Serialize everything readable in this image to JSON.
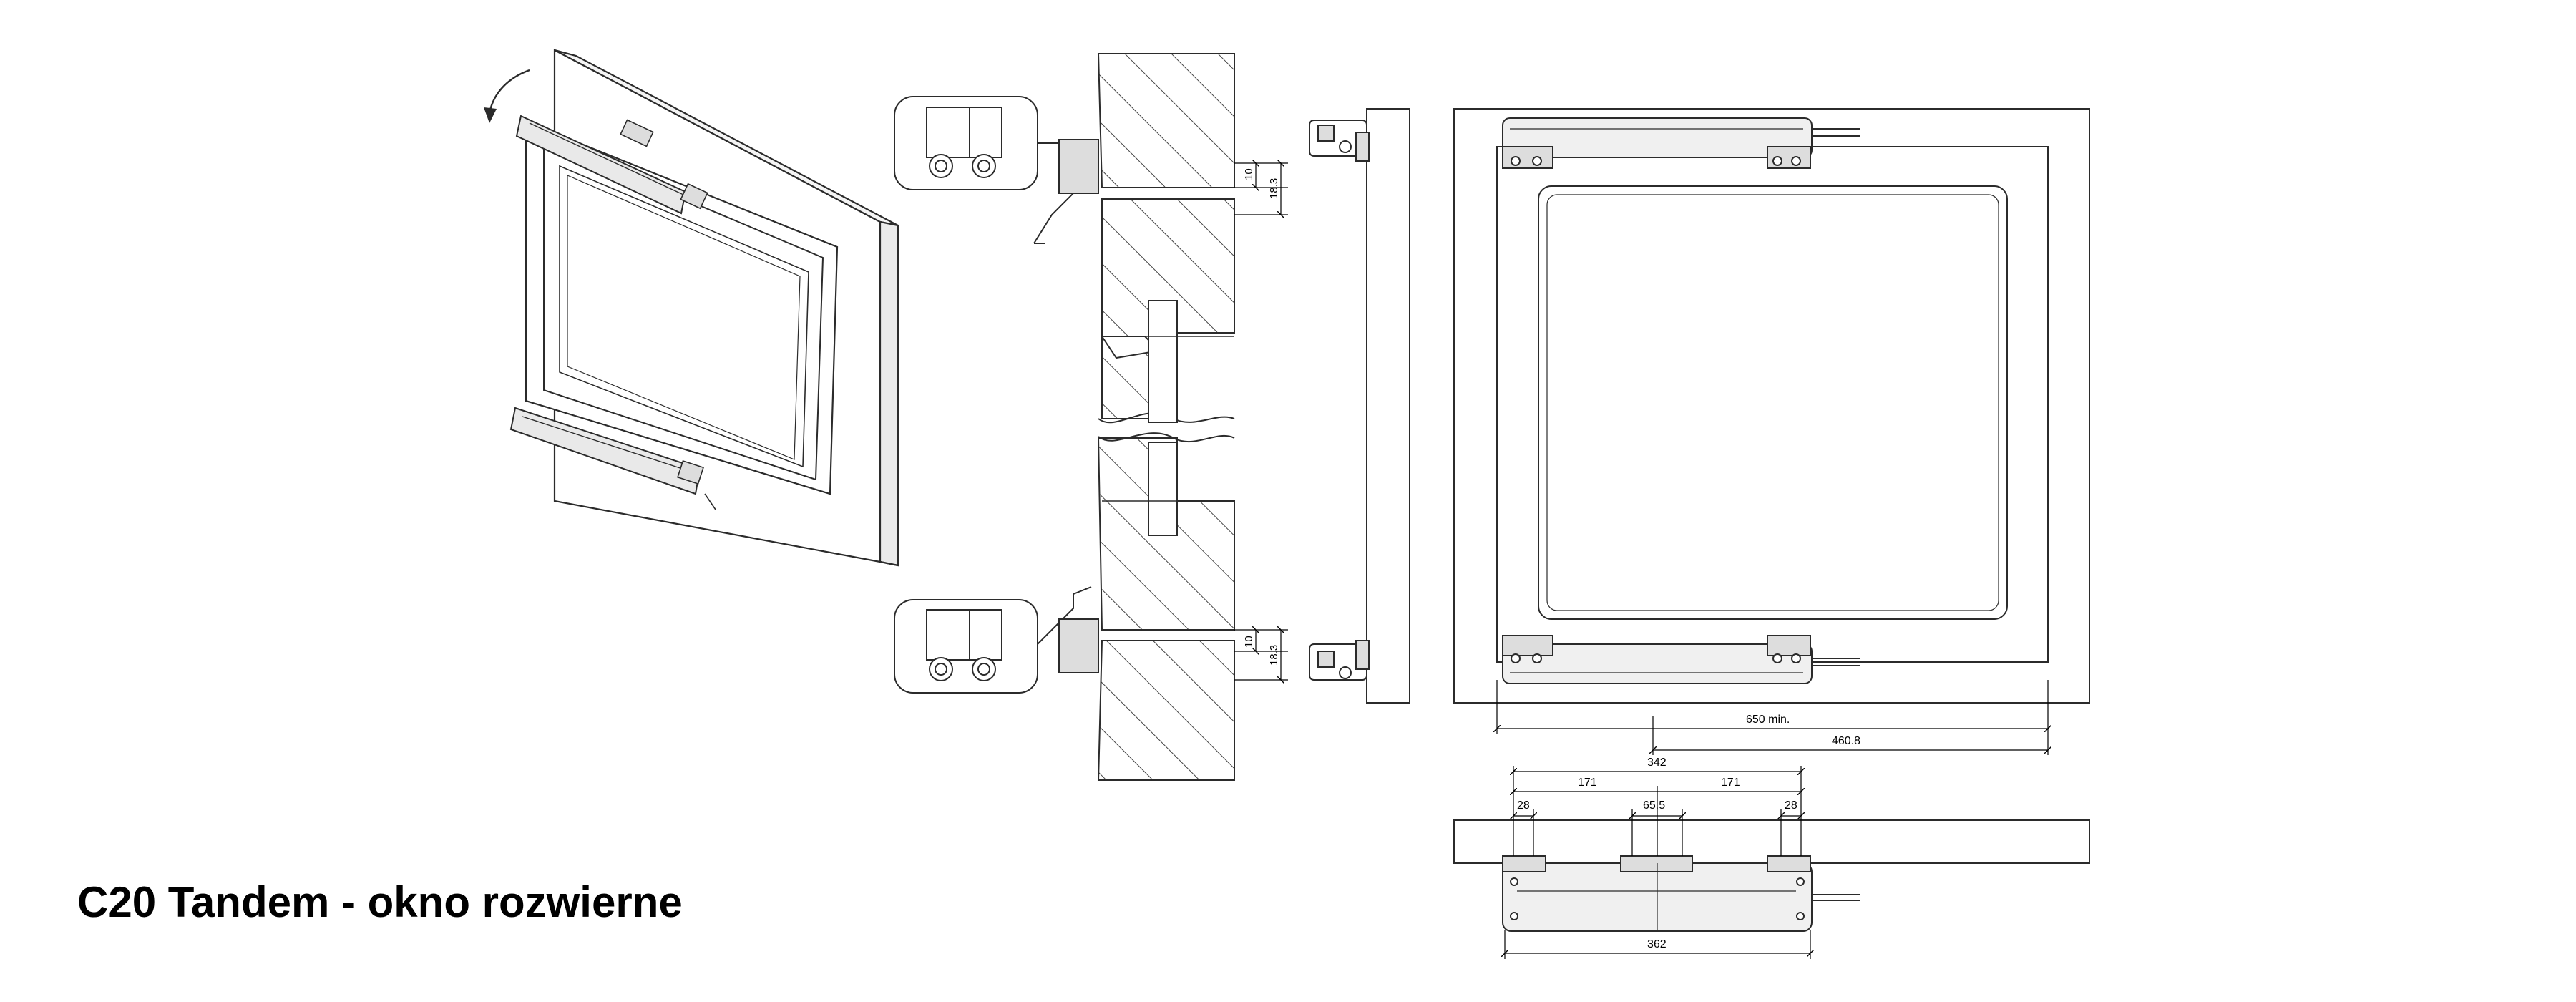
{
  "title": "C20 Tandem - okno rozwierne",
  "dimensions": {
    "section_upper_10": "10",
    "section_upper_18_3": "18.3",
    "section_lower_10": "10",
    "section_lower_18_3": "18.3",
    "width_650": "650 min.",
    "offset_460": "460.8",
    "span_342": "342",
    "left_171": "171",
    "right_171": "171",
    "center_65": "65.5",
    "left_28": "28",
    "right_28": "28",
    "bottom_362": "362"
  },
  "colors": {
    "line": "#2b2b2b",
    "hatch": "#444444",
    "frame_fill": "#ffffff"
  }
}
